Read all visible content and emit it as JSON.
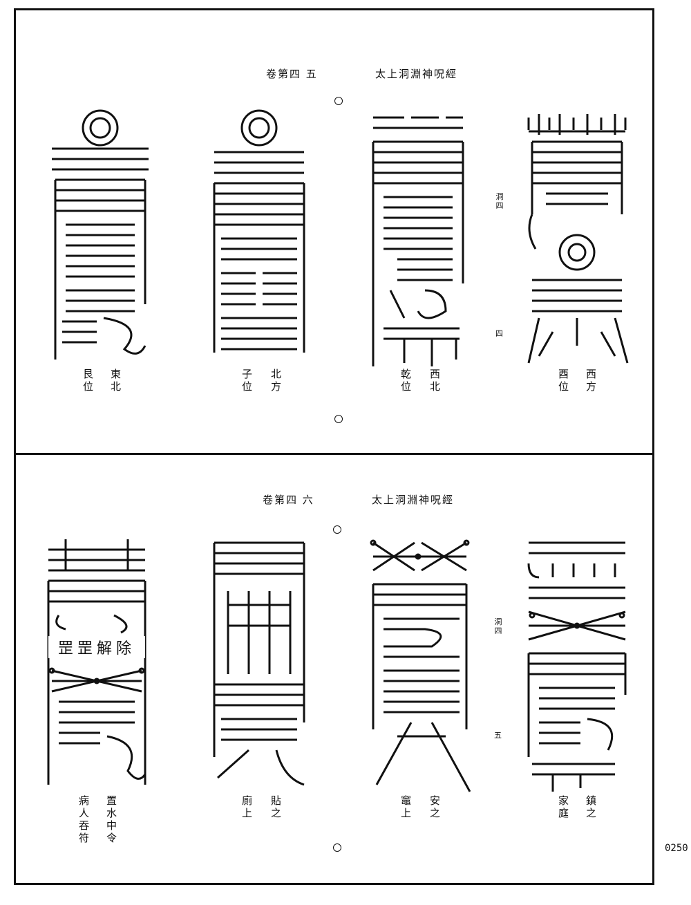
{
  "pages": [
    {
      "header_title": "太上洞淵神呪經",
      "header_volume": "卷第四 五",
      "margin_note": "洞四",
      "folio": "四",
      "talismans": [
        {
          "caption": [
            "西方",
            "酉位"
          ]
        },
        {
          "caption": [
            "西北",
            "乾位"
          ]
        },
        {
          "caption": [
            "北方",
            "子位"
          ]
        },
        {
          "caption": [
            "東北",
            "艮位"
          ]
        }
      ]
    },
    {
      "header_title": "太上洞淵神呪經",
      "header_volume": "卷第四 六",
      "margin_note": "洞四",
      "folio": "五",
      "talismans": [
        {
          "caption": [
            "鎮之",
            "家庭"
          ]
        },
        {
          "caption": [
            "安之",
            "竈上"
          ]
        },
        {
          "caption": [
            "貼之",
            "廁上"
          ]
        },
        {
          "caption": [
            "置水中令",
            "病人吞符"
          ]
        }
      ],
      "inner_text": "罡罡解除"
    }
  ],
  "document_number": "0250"
}
